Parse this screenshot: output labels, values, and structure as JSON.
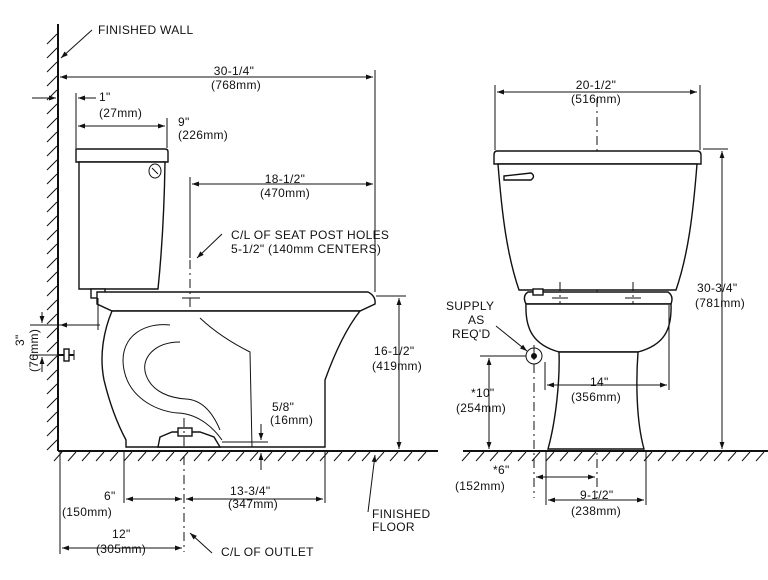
{
  "labels": {
    "finished_wall": "FINISHED WALL",
    "overall_depth_in": "30-1/4\"",
    "overall_depth_mm": "(768mm)",
    "wall_gap_in": "1\"",
    "wall_gap_mm": "(27mm)",
    "tank_depth_in": "9\"",
    "tank_depth_mm": "(226mm)",
    "seat_post_to_front_in": "18-1/2\"",
    "seat_post_to_front_mm": "(470mm)",
    "seat_post_line1": "C/L OF SEAT POST HOLES",
    "seat_post_line2": "5-1/2\" (140mm CENTERS)",
    "supply_height_in": "3\"",
    "supply_height_mm": "(76mm)",
    "rim_height_in": "16-1/2\"",
    "rim_height_mm": "(419mm)",
    "floor_gap_in": "5/8\"",
    "floor_gap_mm": "(16mm)",
    "outlet_to_foot_in": "6\"",
    "outlet_to_foot_mm": "(150mm)",
    "outlet_to_front_in": "13-3/4\"",
    "outlet_to_front_mm": "(347mm)",
    "rough_in_in": "12\"",
    "rough_in_mm": "(305mm)",
    "outlet_cl": "C/L OF OUTLET",
    "finished_floor_1": "FINISHED",
    "finished_floor_2": "FLOOR",
    "tank_width_in": "20-1/2\"",
    "tank_width_mm": "(516mm)",
    "supply_1": "SUPPLY",
    "supply_2": "AS",
    "supply_3": "REQ'D",
    "overall_height_in": "30-3/4\"",
    "overall_height_mm": "(781mm)",
    "base_width_in": "14\"",
    "base_width_mm": "(356mm)",
    "supply_floor_in": "*10\"",
    "supply_floor_mm": "(254mm)",
    "supply_offset_in": "*6\"",
    "supply_offset_mm": "(152mm)",
    "foot_width_in": "9-1/2\"",
    "foot_width_mm": "(238mm)"
  }
}
